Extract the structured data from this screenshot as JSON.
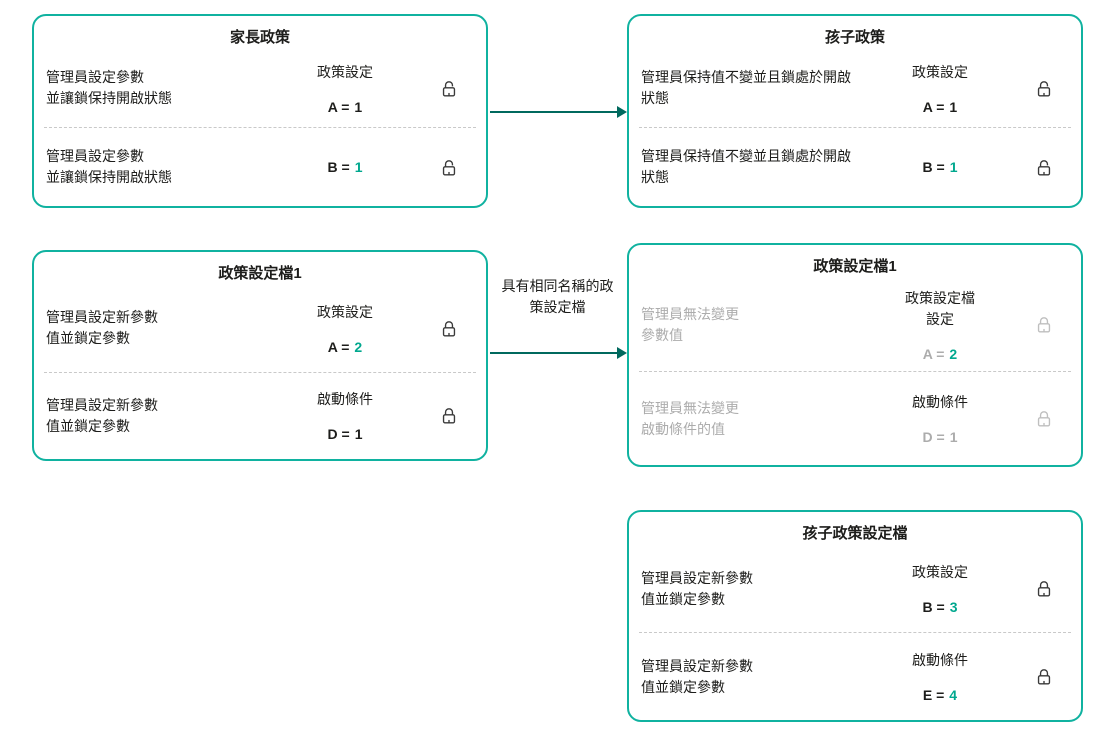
{
  "colors": {
    "box_border": "#10B2A0",
    "accent": "#00A88E",
    "arrow": "#00695E",
    "text": "#1D1D1B",
    "muted": "#ACACAC",
    "divider": "#C9C9C9",
    "lock": "#3A3A3A",
    "lock_muted": "#BFBFBF"
  },
  "connector": {
    "middle_label": "具有相同名稱的政\n策設定檔"
  },
  "boxes": {
    "parent_policy": {
      "title": "家長政策",
      "rows": [
        {
          "header": "政策設定",
          "desc": "管理員設定參數\n並讓鎖保持開啟狀態",
          "desc_class": "",
          "label": "A =",
          "label_class": "",
          "value": "1",
          "value_class": "",
          "lock_class": "open"
        },
        {
          "header": "",
          "desc": "管理員設定參數\n並讓鎖保持開啟狀態",
          "desc_class": "",
          "label": "B =",
          "label_class": "",
          "value": "1",
          "value_class": "accent",
          "lock_class": "open"
        }
      ]
    },
    "child_policy": {
      "title": "孩子政策",
      "rows": [
        {
          "header": "政策設定",
          "desc": "管理員保持值不變並且鎖處於開啟\n狀態",
          "desc_class": "",
          "label": "A =",
          "label_class": "",
          "value": "1",
          "value_class": "",
          "lock_class": "open"
        },
        {
          "header": "",
          "desc": "管理員保持值不變並且鎖處於開啟\n狀態",
          "desc_class": "",
          "label": "B =",
          "label_class": "",
          "value": "1",
          "value_class": "accent",
          "lock_class": "open"
        }
      ]
    },
    "profile1_parent": {
      "title": "政策設定檔1",
      "rows": [
        {
          "header": "政策設定",
          "desc": "管理員設定新參數\n值並鎖定參數",
          "desc_class": "",
          "label": "A =",
          "label_class": "",
          "value": "2",
          "value_class": "accent",
          "lock_class": "closed"
        },
        {
          "header": "啟動條件",
          "desc": "管理員設定新參數\n值並鎖定參數",
          "desc_class": "",
          "label": "D =",
          "label_class": "",
          "value": "1",
          "value_class": "",
          "lock_class": "closed"
        }
      ]
    },
    "profile1_child": {
      "title": "政策設定檔1",
      "rows": [
        {
          "header": "政策設定檔\n設定",
          "desc": "管理員無法變更\n參數值",
          "desc_class": "muted",
          "label": "A =",
          "label_class": "muted",
          "value": "2",
          "value_class": "accent",
          "lock_class": "closed muted"
        },
        {
          "header": "啟動條件",
          "desc": "管理員無法變更\n啟動條件的值",
          "desc_class": "muted",
          "label": "D =",
          "label_class": "muted",
          "value": "1",
          "value_class": "muted",
          "lock_class": "closed muted"
        }
      ]
    },
    "child_profile": {
      "title": "孩子政策設定檔",
      "rows": [
        {
          "header": "政策設定",
          "desc": "管理員設定新參數\n值並鎖定參數",
          "desc_class": "",
          "label": "B =",
          "label_class": "",
          "value": "3",
          "value_class": "accent",
          "lock_class": "closed"
        },
        {
          "header": "啟動條件",
          "desc": "管理員設定新參數\n值並鎖定參數",
          "desc_class": "",
          "label": "E =",
          "label_class": "",
          "value": "4",
          "value_class": "accent",
          "lock_class": "closed"
        }
      ]
    }
  }
}
